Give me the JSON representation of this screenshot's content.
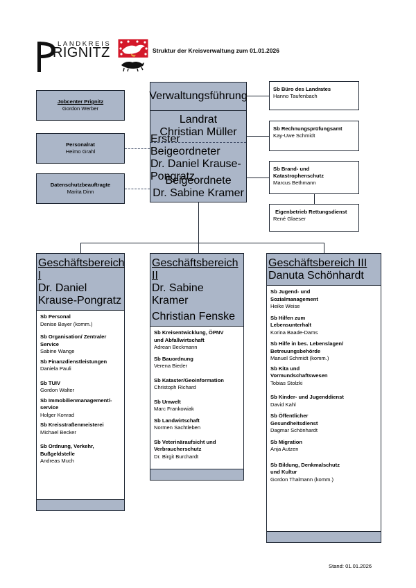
{
  "document": {
    "title": "Struktur der Kreisverwaltung zum 01.01.2026",
    "stand": "Stand: 01.01.2026",
    "logo_line1": "LANDKREIS",
    "logo_line2": "PRIGNITZ"
  },
  "colors": {
    "box_fill": "#abb6c8",
    "box_border": "#1c2430",
    "crest_red": "#d4182a",
    "crest_gold": "#e8a33d"
  },
  "centre": {
    "verwaltungsfuehrung": {
      "title": "Verwaltungsführung",
      "person": ""
    },
    "landrat": {
      "title": "Landrat",
      "person": "Christian Müller"
    },
    "erster_beigeordneter": {
      "title": "Erster Beigeordneter",
      "person": "Dr. Daniel Krause-Pongratz"
    },
    "beigeordnete": {
      "title": "Beigeordnete",
      "person": "Dr. Sabine Kramer"
    }
  },
  "left_boxes": [
    {
      "title": "Jobcenter Prignitz",
      "person": "Gordon Werber",
      "underlined": true
    },
    {
      "title": "Personalrat",
      "person": "Heimo Grahl",
      "underlined": false
    },
    {
      "title": "Datenschutzbeauftragte",
      "person": "Marita Dinn",
      "underlined": false
    }
  ],
  "right_boxes": [
    {
      "title": "Sb Büro des Landrates",
      "title2": "",
      "person": "Hanno Taufenbach"
    },
    {
      "title": "Sb  Rechnungsprüfungsamt",
      "title2": "",
      "person": "Kay-Uwe Schmidt"
    },
    {
      "title": "Sb Brand- und",
      "title2": "Katastrophenschutz",
      "person": "Marcus Bethmann"
    },
    {
      "title": "Eigenbetrieb Rettungsdienst",
      "title2": "",
      "person": "René Glaeser"
    }
  ],
  "departments": [
    {
      "name": "Geschäftsbereich I",
      "lead": "Dr. Daniel Krause-Pongratz",
      "lead2": "",
      "units": [
        {
          "name": "Sb Personal",
          "name2": "",
          "person": "Denise Bayer (komm.)"
        },
        {
          "name": "Sb Organisation/ Zentraler",
          "name2": "Service",
          "person": "Sabine Wange"
        },
        {
          "name": "Sb Finanzdienstleistungen",
          "name2": "",
          "person": "Daniela Pauli"
        },
        {
          "name": "Sb TUIV",
          "name2": "",
          "person": "Gordon Walter"
        },
        {
          "name": "Sb Immobilienmanagement/-",
          "name2": "service",
          "person": "Holger Konrad"
        },
        {
          "name": "Sb Kreisstraßenmeisterei",
          "name2": "",
          "person": "Michael Becker"
        },
        {
          "name": "Sb Ordnung, Verkehr,",
          "name2": "Bußgeldstelle",
          "person": "Andreas Much"
        }
      ]
    },
    {
      "name": "Geschäftsbereich II",
      "lead": "Dr. Sabine Kramer",
      "lead2": "Christian Fenske",
      "units": [
        {
          "name": "Sb Kreisentwicklung, ÖPNV",
          "name2": "und Abfallwirtschaft",
          "person": "Adrean Beckmann"
        },
        {
          "name": "Sb Bauordnung",
          "name2": "",
          "person": "Verena Bieder"
        },
        {
          "name": "Sb Kataster/Geoinformation",
          "name2": "",
          "person": "Christoph Richard"
        },
        {
          "name": "Sb Umwelt",
          "name2": "",
          "person": "Marc Frankowiak"
        },
        {
          "name": "Sb Landwirtschaft",
          "name2": "",
          "person": "Normen Sachtleben"
        },
        {
          "name": "Sb Veterinäraufsicht und",
          "name2": "Verbraucherschutz",
          "person": "Dr. Birgit Burchardt"
        }
      ]
    },
    {
      "name": "Geschäftsbereich III",
      "lead": "Danuta Schönhardt",
      "lead2": "",
      "units": [
        {
          "name": "Sb Jugend- und",
          "name2": "Sozialmanagement",
          "person": "Heike Weise"
        },
        {
          "name": "Sb Hilfen zum",
          "name2": "Lebensunterhalt",
          "person": "Korina Baade-Dams"
        },
        {
          "name": "Sb Hilfe in bes. Lebenslagen/",
          "name2": "Betreuungsbehörde",
          "person": "Manuel Schmidt (komm.)"
        },
        {
          "name": "Sb Kita und",
          "name2": "Vormundschaftswesen",
          "person": "Tobias Stolzki"
        },
        {
          "name": "Sb Kinder- und Jugenddienst",
          "name2": "",
          "person": "David Kahl"
        },
        {
          "name": "Sb Öffentlicher",
          "name2": "Gesundheitsdienst",
          "person": "Dagmar Schönhardt"
        },
        {
          "name": "Sb Migration",
          "name2": "",
          "person": "Anja Autzen"
        },
        {
          "name": "Sb Bildung, Denkmalschutz",
          "name2": "und Kultur",
          "person": "Gordon Thalmann (komm.)"
        }
      ]
    }
  ]
}
